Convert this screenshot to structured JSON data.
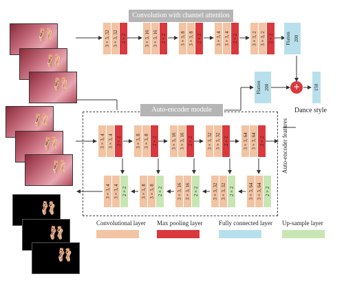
{
  "attention": {
    "title": "Convolution with channel attention",
    "blocks": [
      [
        "3 × 3, 32",
        "3 × 3, 32",
        "2 × 2"
      ],
      [
        "3 × 3, 16",
        "3 × 3, 16",
        "2 × 2"
      ],
      [
        "3 × 3, 8",
        "3 × 3, 8",
        "2 × 2"
      ],
      [
        "3 × 3, 4",
        "3 × 3, 4",
        "2 × 2"
      ],
      [
        "3 × 3, 2",
        "3 × 3, 2",
        "2 × 2"
      ]
    ],
    "flatten": "Flatten",
    "fc": "200"
  },
  "encoder": {
    "title": "Auto-encoder module",
    "features_label": "Auto-encoder features",
    "top_blocks": [
      [
        "3 × 3, 4",
        "3 × 3, 4",
        "2 × 2"
      ],
      [
        "3 × 3, 8",
        "3 × 3, 8",
        "2 × 2"
      ],
      [
        "3 × 3, 16",
        "3 × 3, 16",
        "2 × 2"
      ],
      [
        "3 × 3, 32",
        "3 × 3, 32",
        "2 × 2"
      ],
      [
        "3 × 3, 64",
        "3 × 3, 64",
        "2 × 2"
      ]
    ],
    "bottom_blocks": [
      [
        "3 × 3, 4",
        "3 × 3, 4",
        "2 × 2"
      ],
      [
        "3 × 3, 8",
        "3 × 3, 8",
        "2 × 2"
      ],
      [
        "3 × 3, 16",
        "3 × 3, 16",
        "2 × 2"
      ],
      [
        "3 × 3, 32",
        "3 × 3, 32",
        "2 × 2"
      ],
      [
        "3 × 3, 64",
        "3 × 3, 64",
        "2 × 2"
      ]
    ]
  },
  "fusion": {
    "flatten": "Flatten",
    "fc1": "200",
    "fc2": "150",
    "output": "Dance style"
  },
  "legend": {
    "conv": "Convolutional layer",
    "pool": "Max pooling layer",
    "fc": "Fully connected layer",
    "ups": "Up-sample layer"
  },
  "colors": {
    "conv": "#f2c4a4",
    "pool": "#d9393d",
    "fc": "#b8e0ec",
    "ups": "#c8e6b4"
  }
}
